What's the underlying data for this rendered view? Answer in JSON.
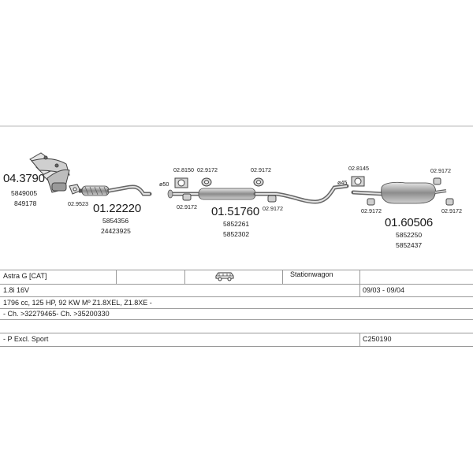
{
  "parts": {
    "manifold": {
      "number": "04.3790",
      "refs": [
        "5849005",
        "849178"
      ]
    },
    "gasket_a": {
      "number": "02.9523"
    },
    "front_pipe": {
      "number": "01.22220",
      "refs": [
        "5854356",
        "24423925"
      ]
    },
    "clamp_a": {
      "number": "02.8150"
    },
    "gasket_b": {
      "number": "02.9172"
    },
    "gasket_c": {
      "number": "02.9172"
    },
    "mount_a": {
      "number": "02.9172"
    },
    "diam_a": {
      "label": "ø50"
    },
    "middle": {
      "number": "01.51760",
      "refs": [
        "5852261",
        "5852302"
      ]
    },
    "mount_b": {
      "number": "02.9172"
    },
    "clamp_b": {
      "number": "02.8145"
    },
    "diam_b": {
      "label": "ø45"
    },
    "mount_c": {
      "number": "02.9172"
    },
    "mount_d": {
      "number": "02.9172"
    },
    "mount_e": {
      "number": "02.9172"
    },
    "rear": {
      "number": "01.60506",
      "refs": [
        "5852250",
        "5852437"
      ]
    }
  },
  "table": {
    "model": "Astra G  [CAT]",
    "body": "Stationwagon",
    "engine": "1.8i 16V",
    "years": "09/03 - 09/04",
    "spec": "1796 cc, 125 HP, 92 KW Mº Z1.8XEL, Z1.8XE -",
    "chassis": "- Ch. >32279465- Ch. >35200330",
    "variant": "- P Excl. Sport",
    "code": "C250190"
  },
  "icons": {
    "car": "station-wagon-icon"
  },
  "colors": {
    "line": "#9a9a9a",
    "part": "#555555",
    "text": "#1a1a1a"
  }
}
